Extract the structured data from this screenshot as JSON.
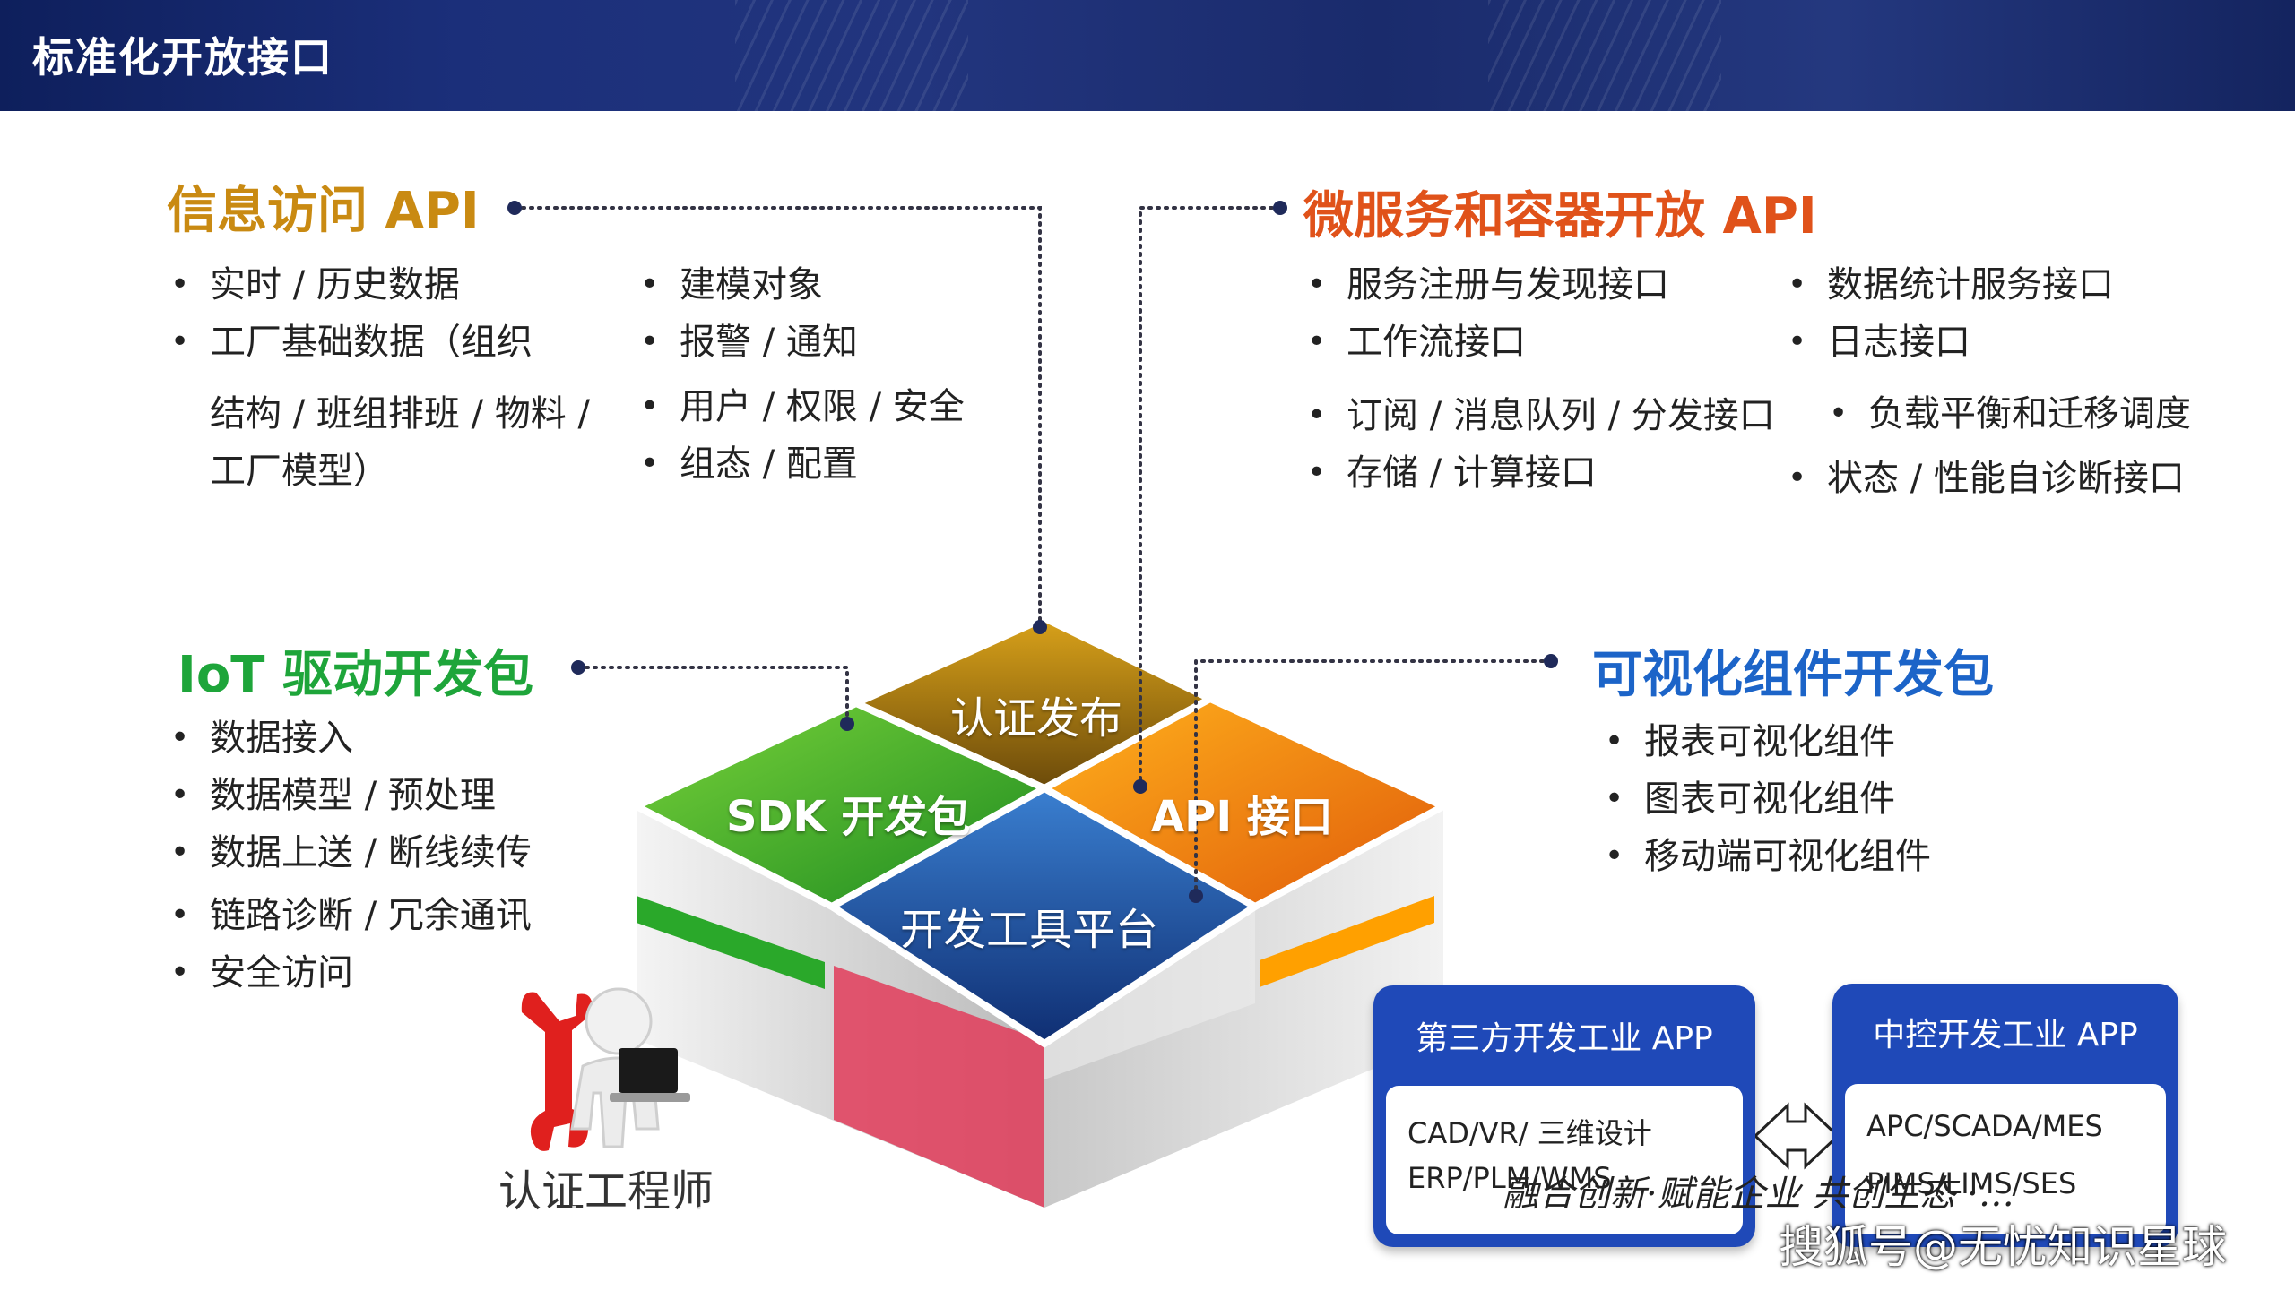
{
  "header": {
    "title": "标准化开放接口"
  },
  "colors": {
    "header": "#1b2f7a",
    "info": "#c98a12",
    "micro": "#e0521a",
    "iot": "#1ea53a",
    "visual": "#1c64c8",
    "app_box": "#1f49b8"
  },
  "info_api": {
    "title": "信息访问 API",
    "col1": [
      "实时 / 历史数据",
      "工厂基础数据（组织"
    ],
    "col1_cont": [
      "结构 / 班组排班 / 物料 /",
      "工厂模型）"
    ],
    "col2": [
      "建模对象",
      "报警 / 通知",
      "用户 / 权限 / 安全",
      "组态 / 配置"
    ]
  },
  "micro_api": {
    "title": "微服务和容器开放 API",
    "col1": [
      "服务注册与发现接口",
      "工作流接口",
      "订阅 / 消息队列 / 分发接口",
      "存储 / 计算接口"
    ],
    "col2": [
      "数据统计服务接口",
      "日志接口",
      "负载平衡和迁移调度",
      "状态 / 性能自诊断接口"
    ]
  },
  "iot_sdk": {
    "title": "IoT 驱动开发包",
    "items": [
      "数据接入",
      "数据模型 / 预处理",
      "数据上送 / 断线续传",
      "链路诊断 / 冗余通讯",
      "安全访问"
    ]
  },
  "visual_sdk": {
    "title": "可视化组件开发包",
    "items": [
      "报表可视化组件",
      "图表可视化组件",
      "移动端可视化组件"
    ]
  },
  "tiles": {
    "top": "认证发布",
    "left": "SDK 开发包",
    "right": "API 接口",
    "bottom": "开发工具平台"
  },
  "engineer": {
    "label": "认证工程师",
    "ghost": "认证工程师"
  },
  "apps": {
    "third_party": {
      "title": "第三方开发工业 APP",
      "lines": [
        "CAD/VR/ 三维设计",
        "ERP/PLM/WMS"
      ]
    },
    "central": {
      "title": "中控开发工业 APP",
      "lines": [
        "APC/SCADA/MES",
        "PIMS/LIMS/SES"
      ]
    }
  },
  "slogan": "融合创新·赋能企业  共创生态 ·…",
  "watermark": "搜狐号@无忧知识星球"
}
